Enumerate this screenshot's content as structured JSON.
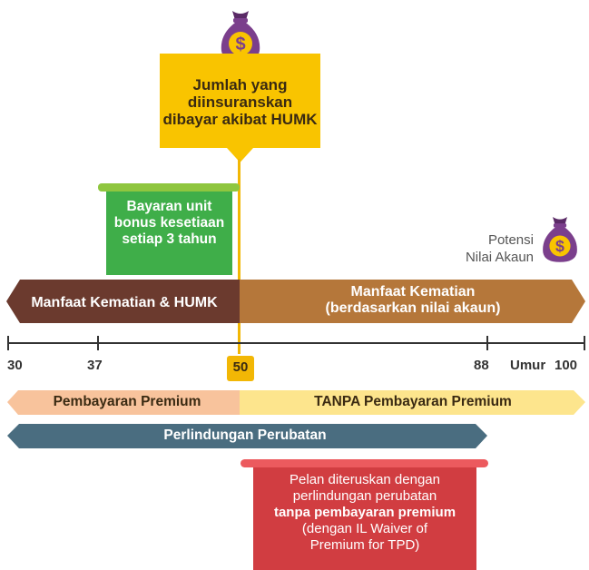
{
  "callout": {
    "text": "Jumlah yang diinsuranskan dibayar akibat HUMK"
  },
  "bonus": {
    "text": "Bayaran unit bonus kesetiaan setiap 3 tahun"
  },
  "potensi": {
    "line1": "Potensi",
    "line2": "Nilai Akaun"
  },
  "benefits": {
    "left": "Manfaat Kematian & HUMK",
    "right_line1": "Manfaat Kematian",
    "right_line2": "(berdasarkan nilai akaun)"
  },
  "axis": {
    "tick_30": "30",
    "tick_37": "37",
    "tick_50": "50",
    "tick_88": "88",
    "umur": "Umur",
    "tick_100": "100"
  },
  "premium": {
    "left": "Pembayaran Premium",
    "right": "TANPA Pembayaran Premium"
  },
  "medical": {
    "label": "Perlindungan Perubatan"
  },
  "waiver": {
    "line1": "Pelan diteruskan dengan",
    "line2": "perlindungan perubatan",
    "line3_bold": "tanpa pembayaran premium",
    "line4": "(dengan IL Waiver of",
    "line5": "Premium for TPD)"
  },
  "colors": {
    "yellow": "#f9c400",
    "green": "#3fae49",
    "brown_dark": "#6b3a2e",
    "brown_light": "#b5773a",
    "peach": "#f8c39c",
    "pale_yellow": "#fde58d",
    "slate": "#4a6d80",
    "red": "#d13d41",
    "purple": "#7b3f8c"
  },
  "icons": [
    "money-bag-icon",
    "money-bag-icon"
  ]
}
